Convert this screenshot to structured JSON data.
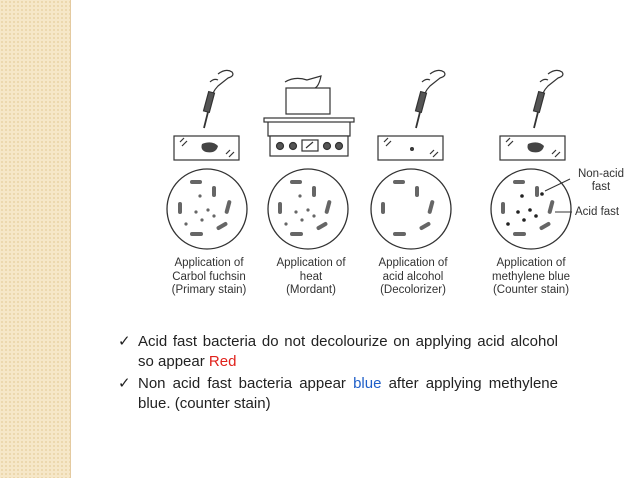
{
  "steps": [
    {
      "caption": [
        "Application of",
        "Carbol fuchsin",
        "(Primary stain)"
      ]
    },
    {
      "caption": [
        "Application of",
        "heat",
        "(Mordant)"
      ]
    },
    {
      "caption": [
        "Application of",
        "acid alcohol",
        "(Decolorizer)"
      ]
    },
    {
      "caption": [
        "Application of",
        "methylene blue",
        "(Counter stain)"
      ]
    }
  ],
  "labels": {
    "non_acid_line1": "Non-acid",
    "non_acid_line2": "fast",
    "acid_fast": "Acid fast"
  },
  "bullets": [
    {
      "check": "✓",
      "before": "Acid fast bacteria  do not decolourize on applying acid alcohol so appear ",
      "highlight": "Red",
      "after": ""
    },
    {
      "check": "✓",
      "before": "Non acid fast bacteria appear ",
      "highlight": "blue",
      "after": " after applying methylene blue. (counter stain)"
    }
  ],
  "colors": {
    "red": "#e0211b",
    "blue": "#1f5fc8",
    "strip": "#f6e7c8"
  }
}
